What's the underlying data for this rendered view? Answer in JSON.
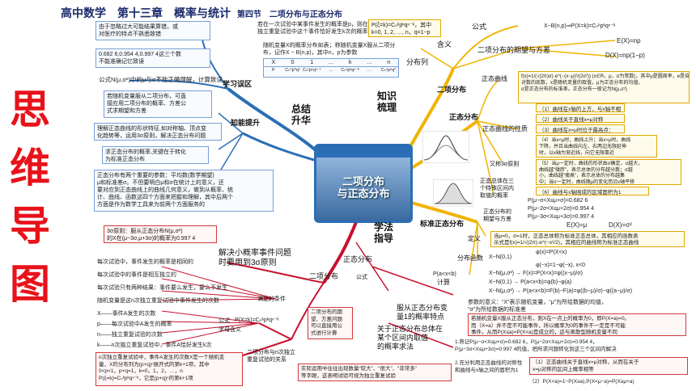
{
  "header": {
    "title": "高中数学　第十三章　概率与统计",
    "section": "第四节　二项分布与正态分布"
  },
  "side_title": [
    "思",
    "维",
    "导",
    "图"
  ],
  "center_node": {
    "line1": "二项分布",
    "line2": "与正态分布"
  },
  "branches": {
    "summary": "总结\n升华",
    "knowledge": "知识\n梳理",
    "methods": "学法\n指导"
  },
  "mistakes": {
    "label": "学习误区",
    "items": [
      "由于忽略过大可能结果算错，或\n对医疗的特点不熟悉致错",
      "0.682 6,0.954 4,0.997 4这三个数\n不能准确记忆致误",
      "公式N(μ,σ²)中的μ与σ不能正确理解，计算致误"
    ]
  },
  "skills": {
    "label": "知能提升",
    "items": [
      "若随机变量服从二项分布，可直\n接应用二项分布的概率、方差公\n式求期望和方差",
      "理解正态曲线的形状特征,如对称轴、顶点变\n化趋势等，运用3σ原则，解决正态分布问题",
      "求正态分布的概率,关键在于转化\n为标准正态分布",
      "正态分布有两个重要的参数：平均数(数学期望)\nμ和标准差σ。不但要明白μ和σ在统计上的意义，还\n要对应到正态曲线上的曲线几何意义，做到从概率、统\n计、曲线、函数这四个方面来把握和理解，其中后两个\n方面是作为数学工具来为前两个方面服务的"
    ]
  },
  "binomial_top": {
    "intro": "若在一次试验中某事件发生的概率是p，则在n次\n独立重复试验中这个事件恰好发生k次的概率是",
    "formula": "P(ξ=k)=Cₙᵏpᵏqⁿ⁻ᵏ，其中\nk=0, 1, 2, …, n，q=1−p",
    "table_caption": "随机变量X的概率分布如表；称随机变量X服从二项分\n布，记作X ~ B(n,p)，其中n，p为参数",
    "table_header": [
      "X",
      "0",
      "1",
      "…",
      "k",
      "…",
      "n"
    ],
    "table_row": [
      "P",
      "Cₙ⁰p⁰qⁿ",
      "Cₙ¹p¹qⁿ⁻¹",
      "…",
      "Cₙᵏpᵏqⁿ⁻ᵏ",
      "…",
      "Cₙⁿpⁿq⁰"
    ],
    "dist_label": "分布列",
    "meaning_label": "含义",
    "binomial_label": "二项分布",
    "formula_label": "公式",
    "formula_value": "X~B(n,p)⇒P(X=k)=Cₙᵏpᵏqⁿ⁻ᵏ",
    "expect_label": "二项分布的期望与方差",
    "expect_value": "E(X)=np",
    "var_value": "D(X)=np(1−p)"
  },
  "normal": {
    "label": "正态分布",
    "curve_label": "正态曲线",
    "curve_formula": "f(x)=1/(√(2π)σ)·e^(−(x−μ)²/(2σ²)) (x∈R，μ，σ为常数)，其中μ是圆周率，e是自然\n对数的底数，x是随机变量的取值，μ为正态分布的均值，\nσ是正态分布的标准差。正态分布一般记为N(μ,σ²)",
    "props_label": "正态曲线的性质",
    "props": [
      "（1）曲线在x轴的上方，与x轴不相交",
      "（2）曲线关于直线x=μ对称",
      "（3）曲线在x=μ时位于最高点：1/(√(2π)σ)",
      "（4）当x<μ时，曲线上升；当x>μ时，曲线\n下降，并且当曲线向左、右两边无限延伸\n时，以x轴为渐近线，向它无限靠近",
      "（5）当μ一定时，曲线的形状由σ确定，σ越大，\n曲线越“矮胖”，表示总体的分布越分散；σ越\n小，曲线越“瘦高”，表示总体的分布越集\n中；当σ一定时，曲线随μ的变化而沿x轴平移",
      "（6）曲线与x轴围成的区域面积为1"
    ],
    "three_sigma_label": "又称3σ原则",
    "interval_label": "正态总体在三\n个特殊区间内\n取值的概率",
    "intervals": [
      "P(μ−σ<X≤μ+σ)=0.682 6",
      "P(μ−2σ<X≤μ+2σ)=0.954 4",
      "P(μ−3σ<X≤μ+3σ)=0.997 4"
    ],
    "normal_expect_label": "正态分布的\n期望与方差",
    "normal_expect": "E(X)=μ",
    "normal_var": "D(X)=σ²",
    "standard_label": "标准正态分布",
    "def_label": "定义",
    "def_text": "当μ=0，σ=1时，正态总体称为标准正态总体，其相应的函数表\n示式是f(x)=1/√(2π)·e^(−x²/2)，其相应的曲线称为标准正态曲线",
    "func_label": "分布函数",
    "func_text": "X~N(0,1)",
    "func_value": "φ(x)=P(X<x)",
    "phi_neg": "φ(−x)=1−φ(−x), x<0",
    "calc_label": "计算",
    "calc_expr": "P(a<x<b)",
    "calc_rows": [
      "X~N(μ,σ²) → F(x)=P(X<x)=φ((x−μ)/σ)",
      "X~N(0,1) → P(a<x<b)=φ(b)−φ(a)",
      "X~N(μ,σ²) → P(a<x<b)=F(b)−F(a)=φ((b−μ)/σ)−φ((a−μ)/σ)"
    ],
    "param_note": "参数的意义：“X”表示随机变量，“μ”为所给数据的均值，\n“σ”为所给数据的标准差"
  },
  "methods": {
    "solve_label": "解决小概率事件问题\n时要用到3σ原则",
    "sigma_box": "3σ原则：服从正态分布N(μ,σ²)\n的X在(μ−3σ,μ+3σ)的概率为0.997 4",
    "normal_label": "正态分布",
    "binomial_label": "二项分布",
    "conditions_label": "满足的条件",
    "conditions": [
      "每次试验中，事件发生的概率是相同的",
      "每次试验中的事件是相互独立的",
      "每次试验只有两种结果：事件要么发生，要么不发生",
      "随机变量是这n次独立重复试验中事件发生的次数"
    ],
    "formula_label": "公式",
    "formula_value": "P(X=k)=Cₙᵏpᵏqⁿ⁻ᵏ",
    "letters_label": "字母含义",
    "letters": [
      "X——事件A发生的次数",
      "p——每次试验中A发生的概率",
      "n——独立重复试验的次数",
      "k——n次独立重复试验中，事件A恰好发生k次"
    ],
    "compare_label": "二项分布与n次独立\n重复试验的关系",
    "compare_text": "n次独立重复试验中，事件A发生的次数X是一个随机变\n量，X的分布列为(p+q)ⁿ展开式的第k+1项，其中\n0<p<1，p+q=1，k=0，1，2，…，n\nP(ξ=k)=Cₙᵏpᵏqⁿ⁻ᵏ，它是(p+q)ⁿ的第k+1项",
    "expect_text": "二项分布的期\n望、方差问题\n可以直接用公\n式进行计算",
    "formula_label2": "公式",
    "bino_note": "实际运用中往往出现数量“较大”、“很大”、“非常多”\n等字眼，这表明试验可视为独立重复试验",
    "feature_label": "服从正态分布变\n量1的概率特点",
    "feature_text": "若随机变量X服从正态分布，则X在一点上的概率为0，即P(X=a)=0。\n而（X=a）并不是不可能事件，所以概率为0的事件不一定是不可能\n事件。从而P(X≤a)=P(X<a)是成立的，这与离散型随机变量不同",
    "interval_label": "关于正态分布总体在\n某个区间内取值\n的概率求法",
    "interval_items": [
      "1.熟记P(μ−σ<X≤μ+σ)=0.682 6，P(μ−2σ<X≤μ+2σ)=0.954 4，\nP(μ−3σ<X≤μ+3σ)=0.997 4的值，把所求问题转化到这三个区间内解决",
      "2.充分利用正态曲线的对称性\n和曲线与x轴之间的面积为1"
    ],
    "sym_items": [
      "（1）正态曲线关于直线x=μ对称，从而在关于\nx=μ对称的区间上概率相等",
      "（2）P(X<a)=1−P(X≥a),P(X<μ−a)=P(X≥μ+a)"
    ]
  },
  "colors": {
    "title": "#1a2a6b",
    "side": "#e8121a",
    "blue_line": "#2a6fb5",
    "red_line": "#c8102e",
    "yellow_line": "#f0b400"
  }
}
